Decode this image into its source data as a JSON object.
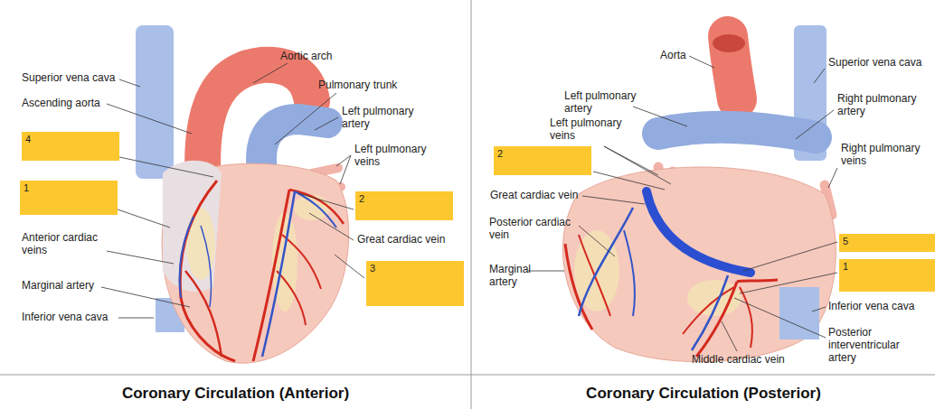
{
  "diagram": {
    "nodes": [
      {
        "text": [
          "4"
        ]
      },
      {
        "text": [
          "1"
        ]
      },
      {
        "text": [
          "2"
        ]
      },
      {
        "text": [
          "3"
        ]
      },
      {
        "text": [
          "2"
        ]
      },
      {
        "text": [
          "5"
        ]
      },
      {
        "text": [
          "1"
        ]
      }
    ],
    "labels": [
      "Superior vena cava",
      "Ascending aorta",
      "Aortic arch",
      "Pulmonary trunk",
      "Left pulmonary artery",
      "Left pulmonary veins",
      "Anterior cardiac veins",
      "Great cardiac vein",
      "Marginal artery",
      "Inferior vena cava",
      "Coronary Circulation (Anterior)",
      "Aorta",
      "Superior vena cava",
      "Left pulmonary artery",
      "Right pulmonary artery",
      "Left pulmonary veins",
      "Right pulmonary veins",
      "Great cardiac vein",
      "Posterior cardiac vein",
      "Marginal artery",
      "Inferior vena cava",
      "Posterior interventricular artery",
      "Middle cardiac vein",
      "Coronary Circulation (Posterior)"
    ]
  }
}
